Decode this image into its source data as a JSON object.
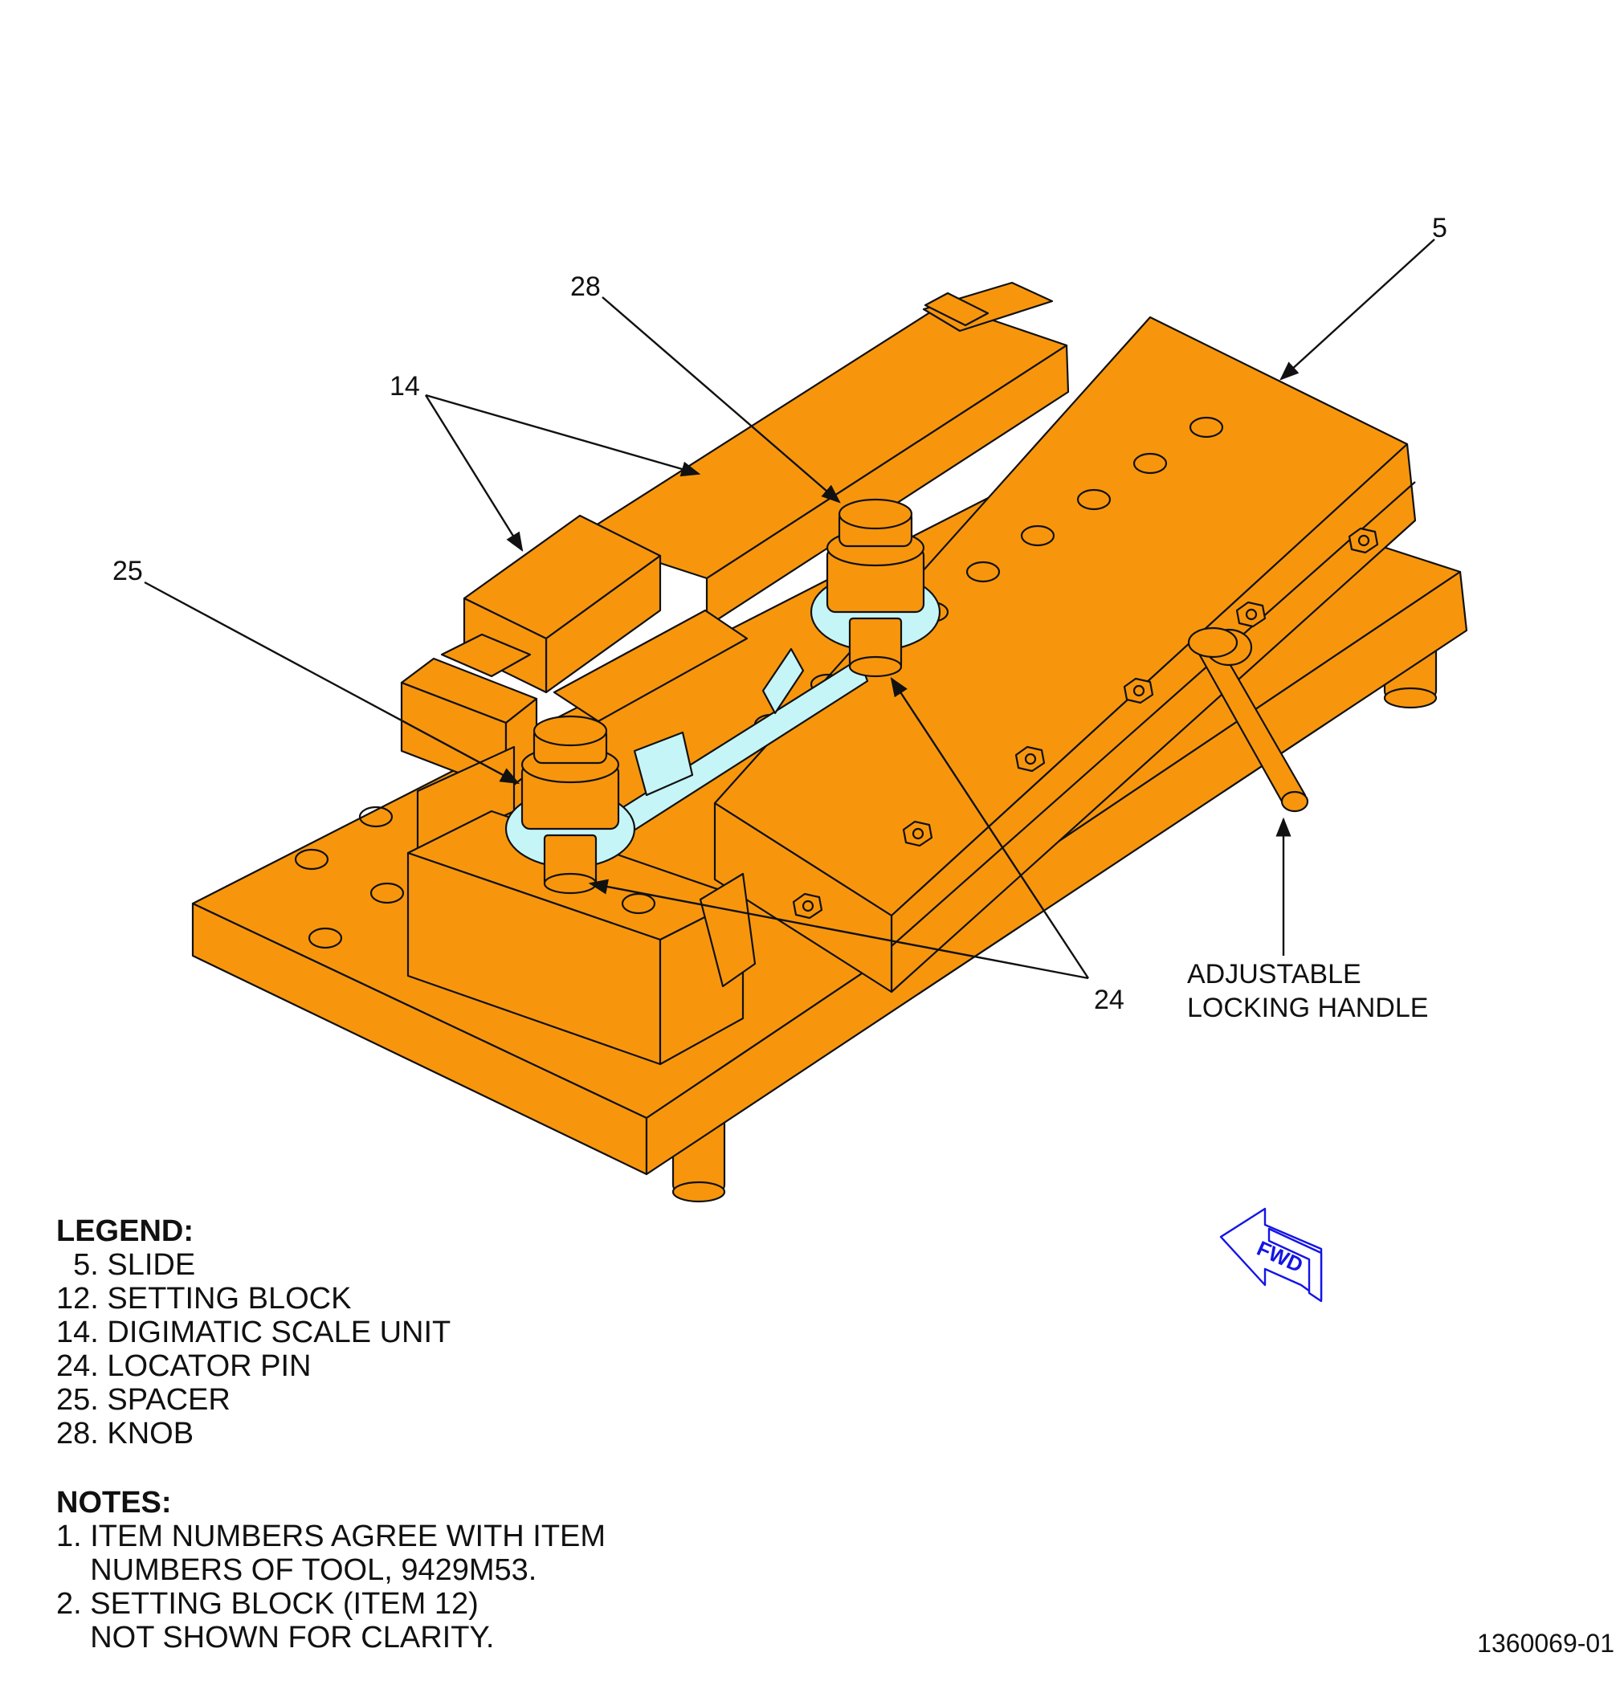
{
  "callouts": {
    "c5": "5",
    "c14": "14",
    "c24": "24",
    "c25": "25",
    "c28": "28",
    "handle_line1": "ADJUSTABLE",
    "handle_line2": "LOCKING HANDLE"
  },
  "fwd_label": "FWD",
  "legend": {
    "title": "LEGEND:",
    "items": [
      "  5. SLIDE",
      "12. SETTING BLOCK",
      "14. DIGIMATIC SCALE UNIT",
      "24. LOCATOR PIN",
      "25. SPACER",
      "28. KNOB"
    ]
  },
  "notes": {
    "title": "NOTES:",
    "lines": [
      "1. ITEM NUMBERS AGREE WITH ITEM",
      "    NUMBERS OF TOOL, 9429M53.",
      "2. SETTING BLOCK (ITEM 12)",
      "    NOT SHOWN FOR CLARITY."
    ]
  },
  "drawing_number": "1360069-01",
  "colors": {
    "part_fill": "#f7960d",
    "pin_fill": "#c6f5f7",
    "outline": "#111111",
    "fwd_blue": "#1414e6"
  }
}
